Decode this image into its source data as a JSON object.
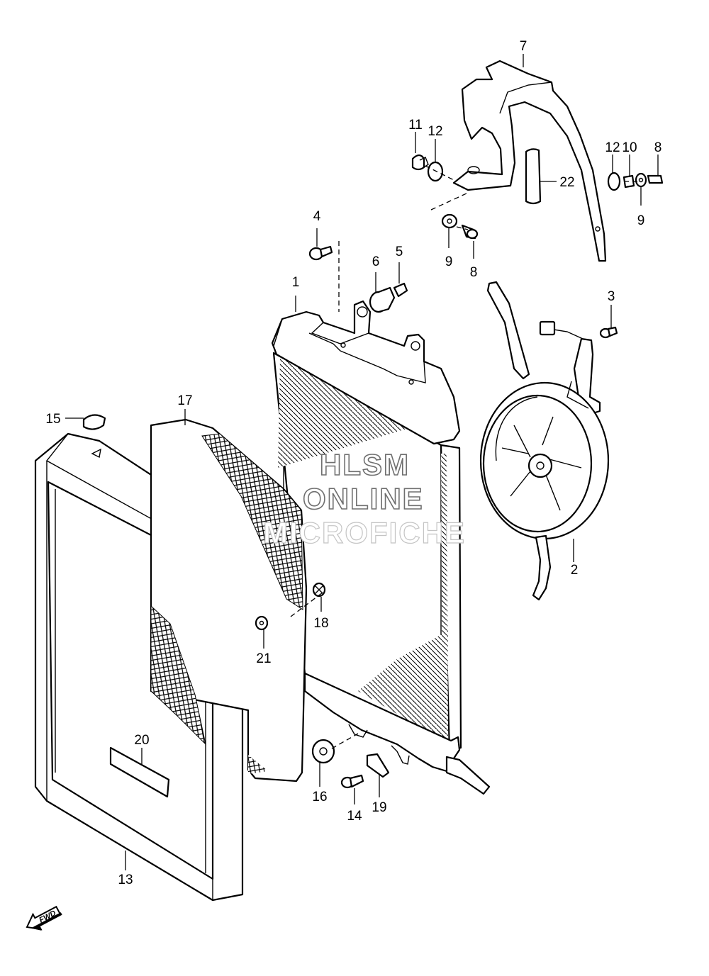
{
  "watermark": {
    "line1": "HLSM",
    "line2": "ONLINE",
    "line3": "MICROFICHE"
  },
  "direction_badge": "FWD",
  "callouts": [
    {
      "id": "c1",
      "text": "1"
    },
    {
      "id": "c2",
      "text": "2"
    },
    {
      "id": "c3",
      "text": "3"
    },
    {
      "id": "c4",
      "text": "4"
    },
    {
      "id": "c5",
      "text": "5"
    },
    {
      "id": "c6",
      "text": "6"
    },
    {
      "id": "c7",
      "text": "7"
    },
    {
      "id": "c8a",
      "text": "8"
    },
    {
      "id": "c8b",
      "text": "8"
    },
    {
      "id": "c9a",
      "text": "9"
    },
    {
      "id": "c9b",
      "text": "9"
    },
    {
      "id": "c10",
      "text": "10"
    },
    {
      "id": "c11",
      "text": "11"
    },
    {
      "id": "c12a",
      "text": "12"
    },
    {
      "id": "c12b",
      "text": "12"
    },
    {
      "id": "c13",
      "text": "13"
    },
    {
      "id": "c14",
      "text": "14"
    },
    {
      "id": "c15",
      "text": "15"
    },
    {
      "id": "c16",
      "text": "16"
    },
    {
      "id": "c17",
      "text": "17"
    },
    {
      "id": "c18",
      "text": "18"
    },
    {
      "id": "c19",
      "text": "19"
    },
    {
      "id": "c20",
      "text": "20"
    },
    {
      "id": "c21",
      "text": "21"
    },
    {
      "id": "c22",
      "text": "22"
    }
  ]
}
